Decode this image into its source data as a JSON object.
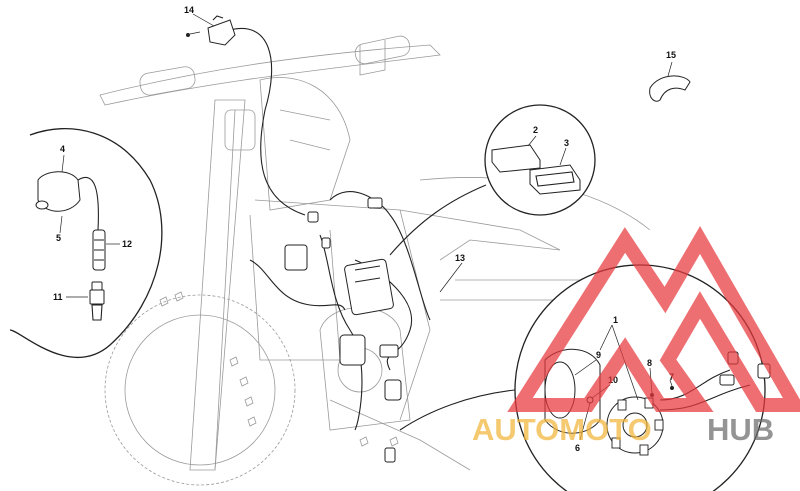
{
  "callouts": [
    {
      "id": "c1",
      "label": "1"
    },
    {
      "id": "c2",
      "label": "2"
    },
    {
      "id": "c3",
      "label": "3"
    },
    {
      "id": "c4",
      "label": "4"
    },
    {
      "id": "c5",
      "label": "5"
    },
    {
      "id": "c6",
      "label": "6"
    },
    {
      "id": "c7",
      "label": "7"
    },
    {
      "id": "c8",
      "label": "8"
    },
    {
      "id": "c9",
      "label": "9"
    },
    {
      "id": "c10",
      "label": "10"
    },
    {
      "id": "c11",
      "label": "11"
    },
    {
      "id": "c12",
      "label": "12"
    },
    {
      "id": "c13",
      "label": "13"
    },
    {
      "id": "c14",
      "label": "14"
    },
    {
      "id": "c15",
      "label": "15"
    }
  ],
  "watermark": {
    "brand_left": "AUTOMOTO",
    "brand_right": "HUB",
    "color_triangle": "#e8373b",
    "color_left": "#f2b53a",
    "color_right": "#6b6b6b"
  }
}
